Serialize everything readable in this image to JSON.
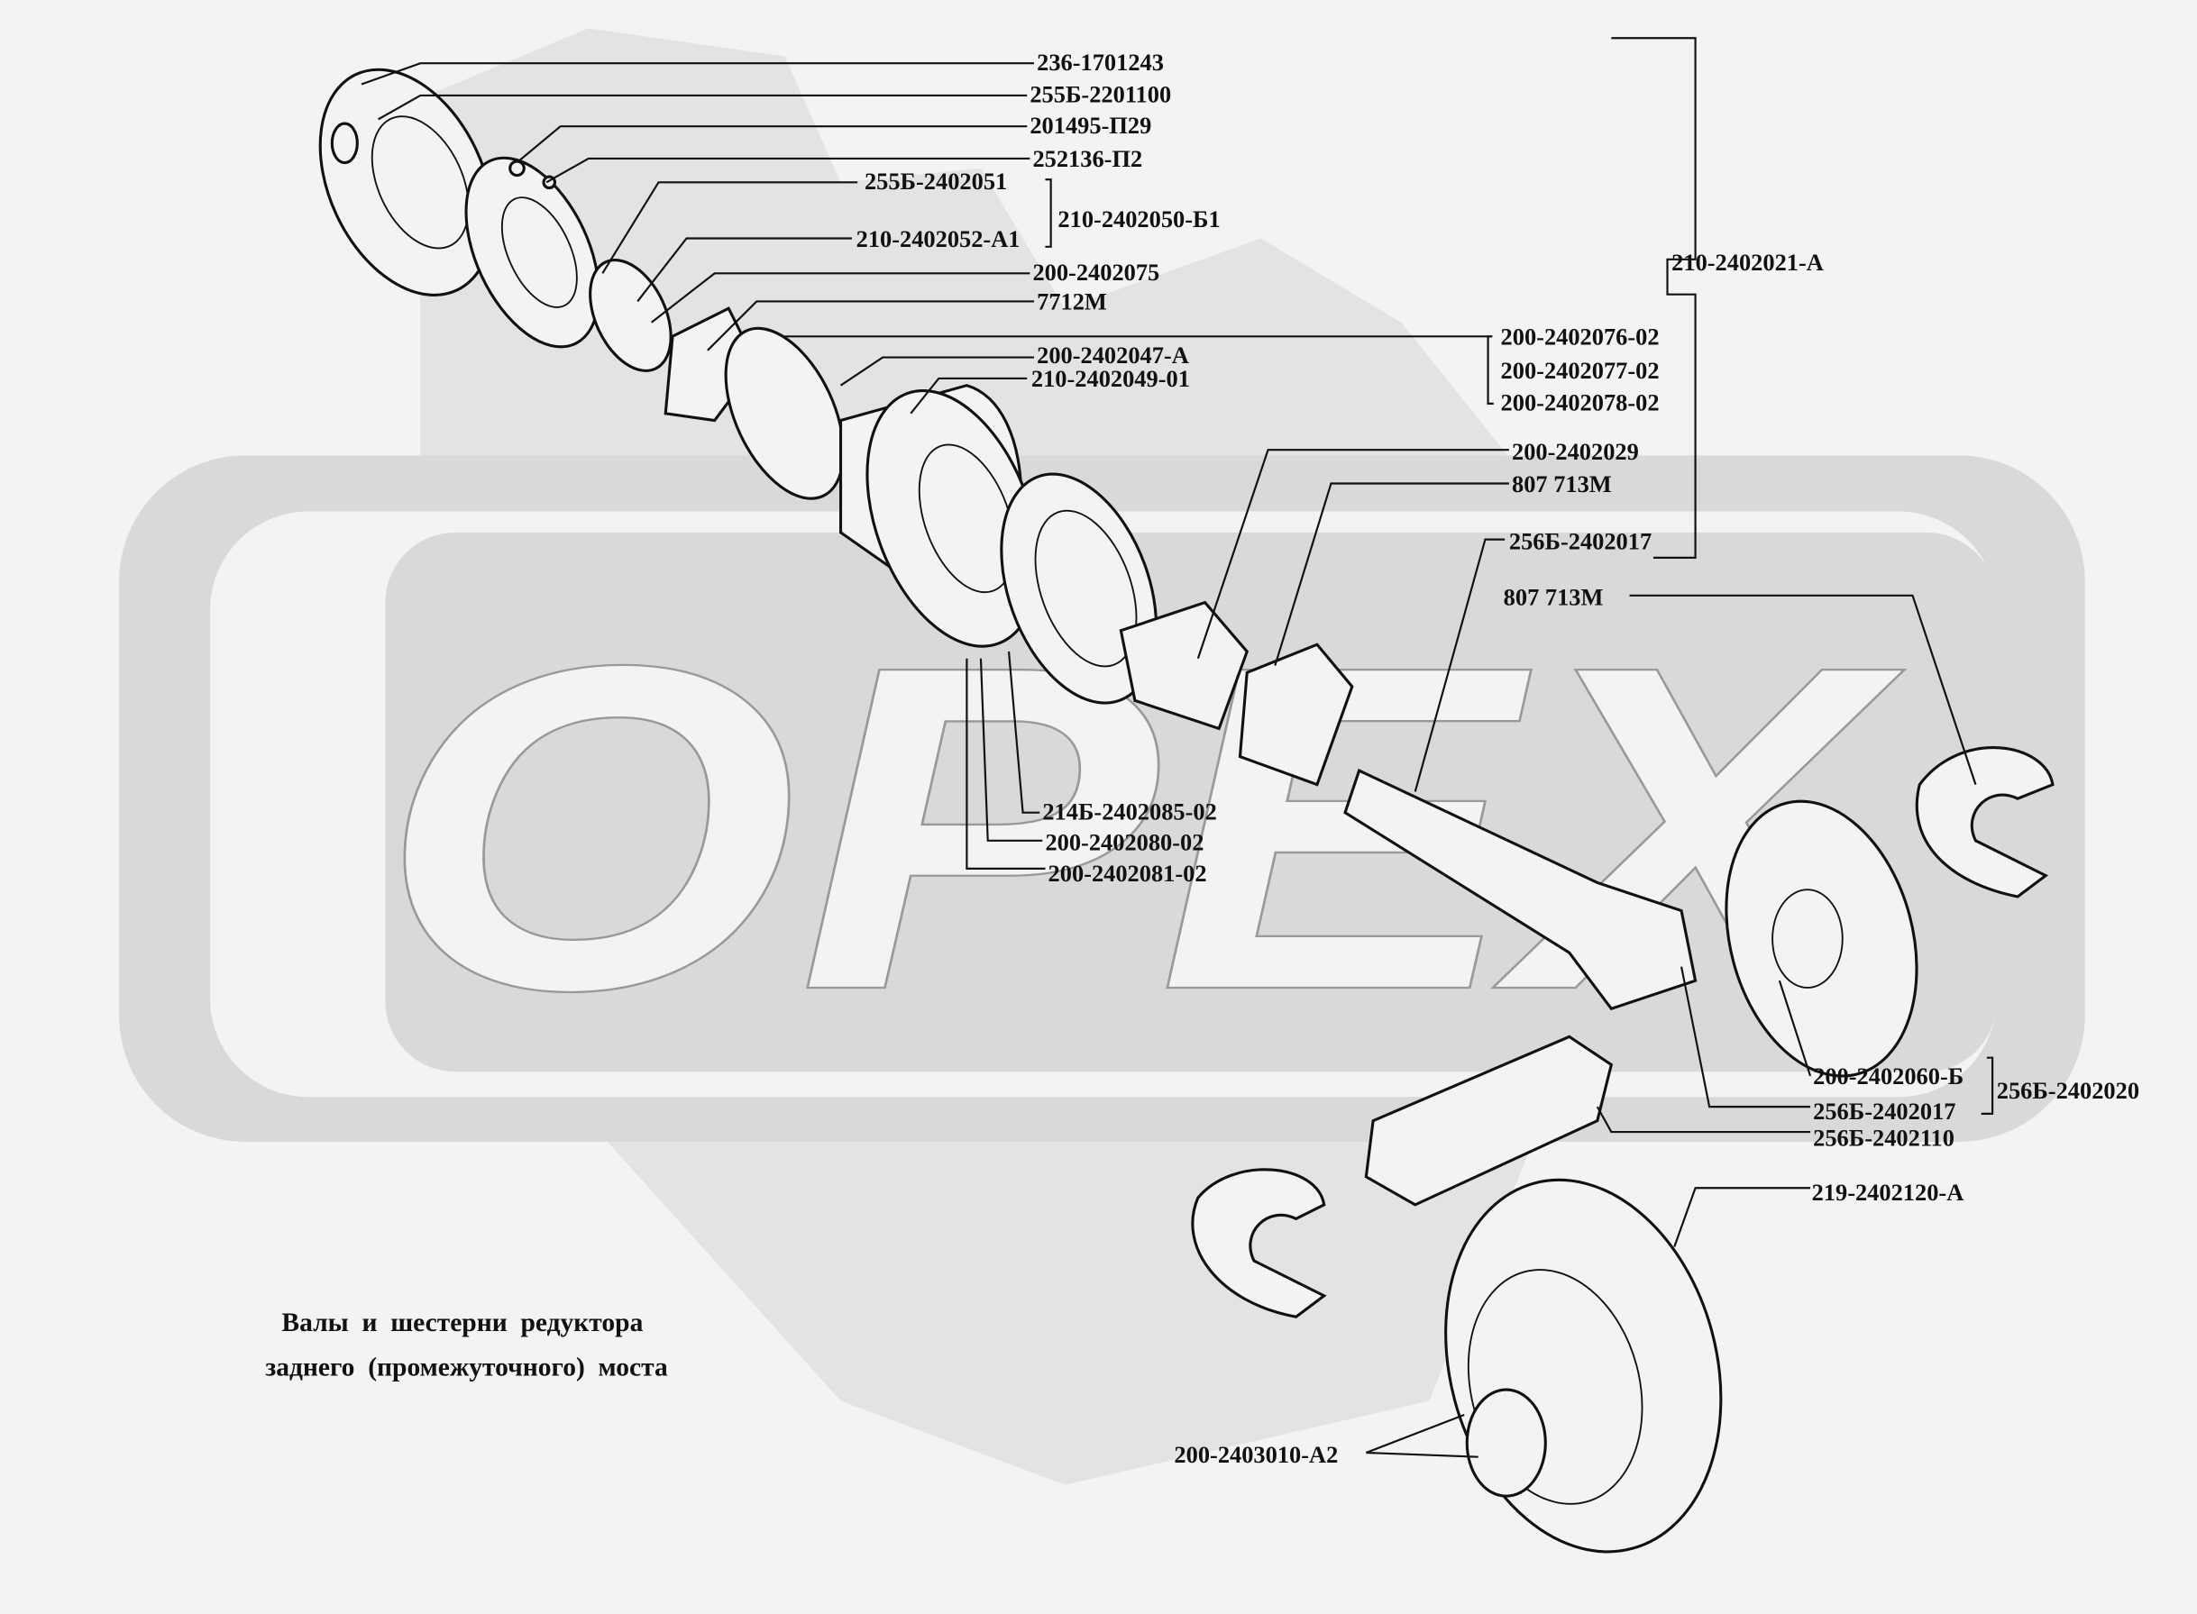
{
  "title_lines": [
    "Валы  и  шестерни  редуктора",
    "заднего  (промежуточного)  моста"
  ],
  "watermark": "OPEX",
  "part_labels": {
    "p236_1701243": "236-1701243",
    "p255b_2201100": "255Б-2201100",
    "p201495_p29": "201495-П29",
    "p252136_p2": "252136-П2",
    "p255b_2402051": "255Б-2402051",
    "p210_2402050_b1": "210-2402050-Б1",
    "p210_2402052_a1": "210-2402052-А1",
    "p200_2402075": "200-2402075",
    "p7712m": "7712М",
    "p200_2402047_a": "200-2402047-А",
    "p210_2402049_01": "210-2402049-01",
    "p200_2402076_02": "200-2402076-02",
    "p200_2402077_02": "200-2402077-02",
    "p200_2402078_02": "200-2402078-02",
    "p210_2402021_a": "210-2402021-А",
    "p200_2402029": "200-2402029",
    "p807_713m_a": "807 713М",
    "p256b_2402017_a": "256Б-2402017",
    "p807_713m_b": "807 713М",
    "p214b_2402085_02": "214Б-2402085-02",
    "p200_2402080_02": "200-2402080-02",
    "p200_2402081_02": "200-2402081-02",
    "p200_2402060_b": "200-2402060-Б",
    "p256b_2402020": "256Б-2402020",
    "p256b_2402017_b": "256Б-2402017",
    "p256b_2402110": "256Б-2402110",
    "p219_2402120_a": "219-2402120-А",
    "p200_2403010_a2": "200-2403010-А2"
  }
}
